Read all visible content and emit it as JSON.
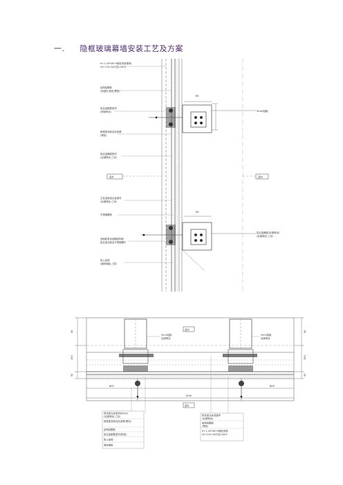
{
  "heading": {
    "number": "一.",
    "title": "隐框玻璃幕墙安装工艺及方案"
  },
  "drawing_top": {
    "notes_left": [
      [
        "6+1.14PVB+6钢化夹胶玻璃",
        "(6+12A+6)中空LOW-E"
      ],
      [
        "结构硅酮胶",
        "(双组份,颜色:黑色)"
      ],
      [
        "铝合金副框型材",
        "(阳极氧化)"
      ],
      [
        "耐候密封胶及泡沫棒",
        "(黑色)"
      ],
      [
        "铝合金横梁型材",
        "(氟碳喷涂,三涂)"
      ],
      [
        "立柱连接铝合金型材",
        "(氟碳喷涂,三涂)"
      ],
      [
        "不锈钢螺栓",
        ""
      ],
      [
        "双面胶条及硅酮结构胶",
        "铝合金压板及不锈钢螺钉"
      ],
      [
        "防火岩棉",
        "(镀锌钢板,三层)"
      ]
    ],
    "note_right_1": "5mm铝板",
    "note_right_2": [
      "铝合金横梁(氟碳喷涂)",
      "(氟碳喷涂,三涂)"
    ],
    "box_left": "室外",
    "box_right": "室内",
    "dim_1": "60",
    "dim_2": "60"
  },
  "drawing_bottom": {
    "box_top": "室内",
    "box_bottom": "室外",
    "label_left_1": "5mm铝板",
    "label_left_2": "氟碳喷涂",
    "label_right_1": "5mm铝板",
    "label_right_2": "氟碳喷涂",
    "dims_left": [
      "40",
      "150",
      "50"
    ],
    "dims_right": [
      "40",
      "150",
      "50"
    ],
    "dims_bottom": [
      "800",
      "1500",
      "800"
    ],
    "notes_left": [
      "铝合金立柱型材(6063)",
      "(氟碳喷涂,三涂)",
      "耐候密封胶及泡沫棒(黑色)",
      "结构硅酮胶",
      "铝合金副框型材(阳极)",
      "防火岩棉",
      "镀锌钢板"
    ],
    "notes_right": [
      "铝合金立柱连接件",
      "(氟碳喷涂)",
      "结构硅酮胶",
      "(黑色)",
      "6+1.14PVB+6钢化夹胶",
      "(6+12A+6)中空LOW-E"
    ]
  },
  "colors": {
    "heading": "#4a2a6a",
    "line": "#555555",
    "faint": "#9a9a9a"
  }
}
